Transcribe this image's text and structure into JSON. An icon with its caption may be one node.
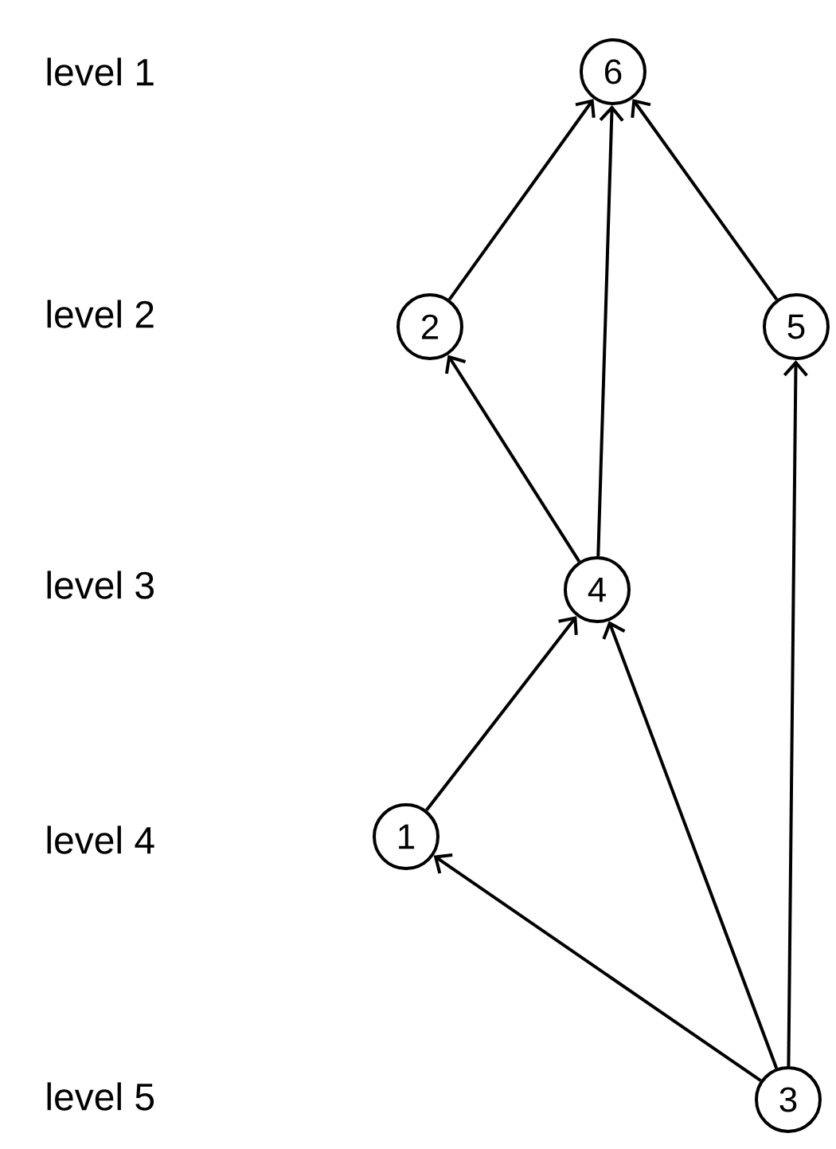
{
  "diagram": {
    "nodes": [
      {
        "text": [
          "6"
        ]
      },
      {
        "text": [
          "2"
        ]
      },
      {
        "text": [
          "5"
        ]
      },
      {
        "text": [
          "4"
        ]
      },
      {
        "text": [
          "1"
        ]
      },
      {
        "text": [
          "3"
        ]
      }
    ],
    "edges": [
      {
        "from": 1,
        "to": 0,
        "arrow": "to"
      },
      {
        "from": 3,
        "to": 0,
        "arrow": "to"
      },
      {
        "from": 2,
        "to": 0,
        "arrow": "to"
      },
      {
        "from": 3,
        "to": 1,
        "arrow": "to"
      },
      {
        "from": 4,
        "to": 3,
        "arrow": "to"
      },
      {
        "from": 5,
        "to": 3,
        "arrow": "to"
      },
      {
        "from": 5,
        "to": 4,
        "arrow": "to"
      },
      {
        "from": 5,
        "to": 2,
        "arrow": "to"
      }
    ],
    "labels": [
      "level 1",
      "level 2",
      "level 3",
      "level 4",
      "level 5"
    ]
  }
}
